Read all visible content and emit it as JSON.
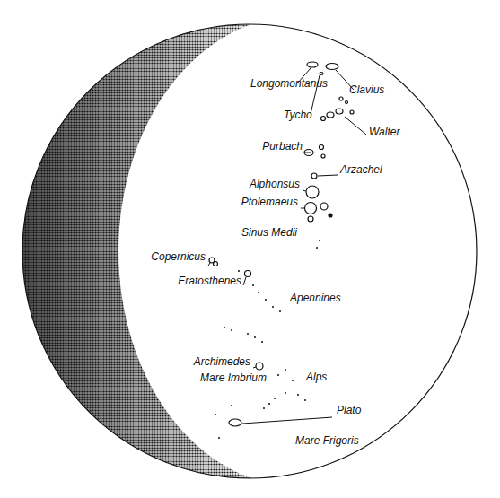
{
  "diagram": {
    "labels": [
      "Longomontanus",
      "Clavius",
      "Tycho",
      "Walter",
      "Purbach",
      "Arzachel",
      "Alphonsus",
      "Ptolemaeus",
      "Sinus Medii",
      "Copernicus",
      "Eratosthenes",
      "Apennines",
      "Archimedes",
      "Mare Imbrium",
      "Alps",
      "Plato",
      "Mare Frigoris"
    ]
  }
}
